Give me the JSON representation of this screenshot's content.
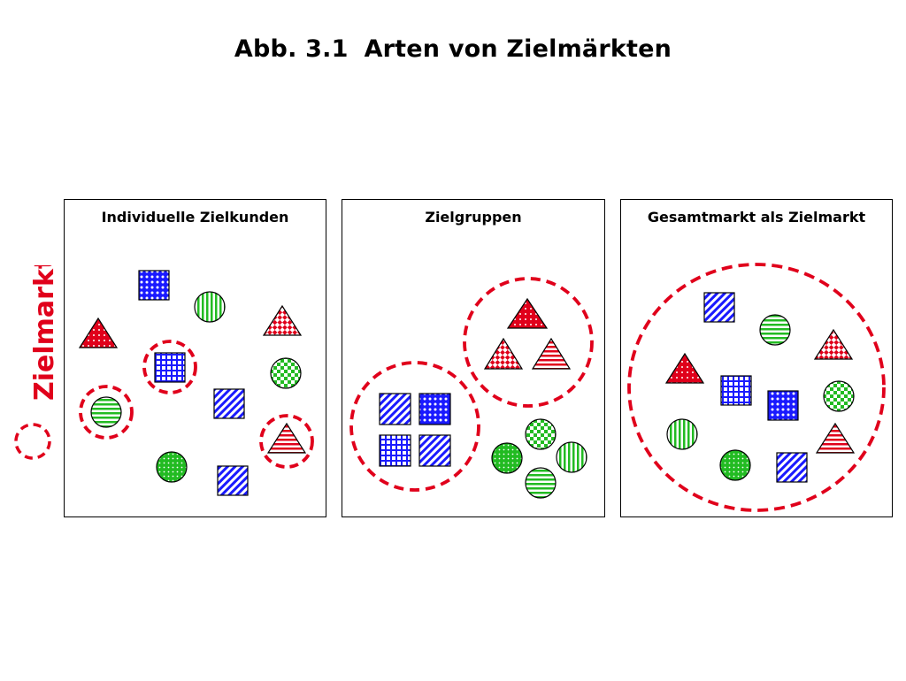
{
  "title": {
    "prefix": "Abb. 3.1",
    "text": "Arten von Zielmärkten"
  },
  "legend": {
    "label": "Zielmarkt"
  },
  "panels": [
    {
      "title": "Individuelle Zielkunden"
    },
    {
      "title": "Zielgruppen"
    },
    {
      "title": "Gesamtmarkt als Zielmarkt"
    }
  ],
  "colors": {
    "red": "#e0001b",
    "blue": "#1a1aff",
    "green": "#22bb22",
    "outline": "#000000"
  }
}
